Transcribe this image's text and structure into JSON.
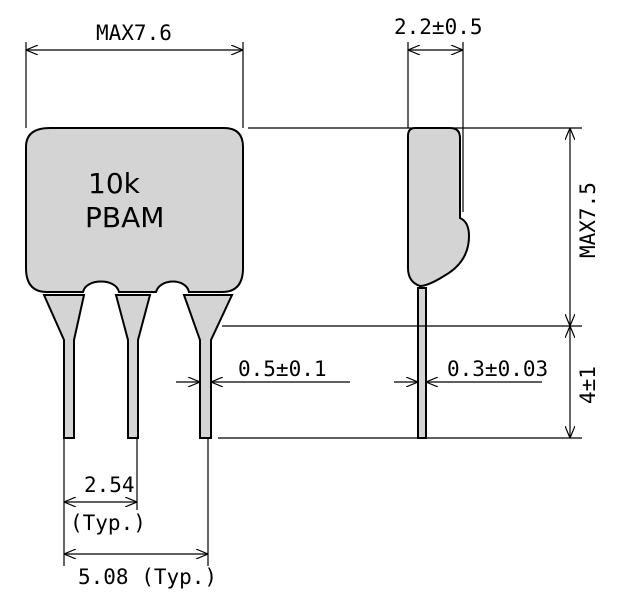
{
  "component": {
    "body_color": "#d4d4d4",
    "line_color": "#000000",
    "marking_line1": "10k",
    "marking_line2": "PBAM"
  },
  "dimensions": {
    "body_width": "MAX7.6",
    "body_height": "MAX7.5",
    "thickness": "2.2±0.5",
    "lead_width_front": "0.5±0.1",
    "lead_thickness_side": "0.3±0.03",
    "lead_length": "4±1",
    "pitch": "2.54",
    "pitch_note": "(Typ.)",
    "span": "5.08 (Typ.)"
  }
}
